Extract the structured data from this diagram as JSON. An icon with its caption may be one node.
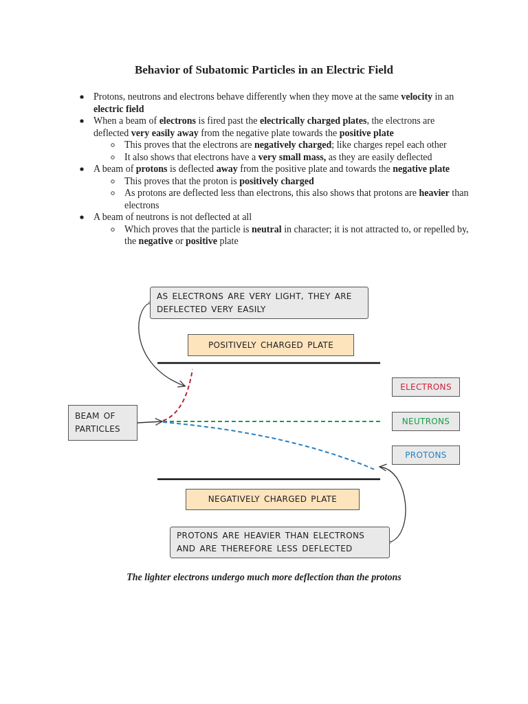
{
  "diagram": {
    "title": "Behavior of Subatomic Particles in an Electric Field",
    "caption": "The lighter electrons undergo much more deflection than the protons",
    "nodes": [
      {
        "text": [
          "AS ELECTRONS ARE VERY LIGHT, THEY ARE DEFLECTED VERY EASILY"
        ]
      },
      {
        "text": [
          "POSITIVELY CHARGED PLATE"
        ]
      },
      {
        "text": [
          "BEAM OF PARTICLES"
        ]
      },
      {
        "text": [
          "ELECTRONS"
        ]
      },
      {
        "text": [
          "NEUTRONS"
        ]
      },
      {
        "text": [
          "PROTONS"
        ]
      },
      {
        "text": [
          "NEGATIVELY CHARGED PLATE"
        ]
      },
      {
        "text": [
          "PROTONS ARE HEAVIER THAN ELECTRONS AND ARE THEREFORE LESS DEFLECTED"
        ]
      },
      {
        "text": [],
        "shape": "line"
      },
      {
        "text": [],
        "shape": "line"
      },
      {
        "text": [],
        "shape": "line"
      }
    ],
    "edges": [
      {
        "from": 0,
        "to": 8,
        "arrow": "to"
      },
      {
        "from": 2,
        "to": 9,
        "arrow": "to"
      },
      {
        "from": 7,
        "to": 10,
        "arrow": "to"
      }
    ],
    "labels": [
      "Protons, neutrons and electrons behave differently when they move at the same **velocity** in an **electric field**",
      "When a beam of **electrons** is fired past the **electrically charged plates**, the electrons are deflected **very easily away** from the negative plate towards the **positive plate**",
      "This proves that the electrons are **negatively charged**; like charges repel each other",
      "It also shows that electrons have a **very small mass,** as they are easily deflected",
      "A beam of **protons** is deflected **away** from the positive plate and towards the **negative plate**",
      "This proves that the proton is **positively charged**",
      "As protons are deflected less than electrons, this also shows that protons are **heavier** than electrons",
      "A beam of neutrons is not deflected at all",
      "Which proves that the particle is **neutral** in character; it is not attracted to, or repelled by, the **negative** or **positive** plate"
    ]
  }
}
